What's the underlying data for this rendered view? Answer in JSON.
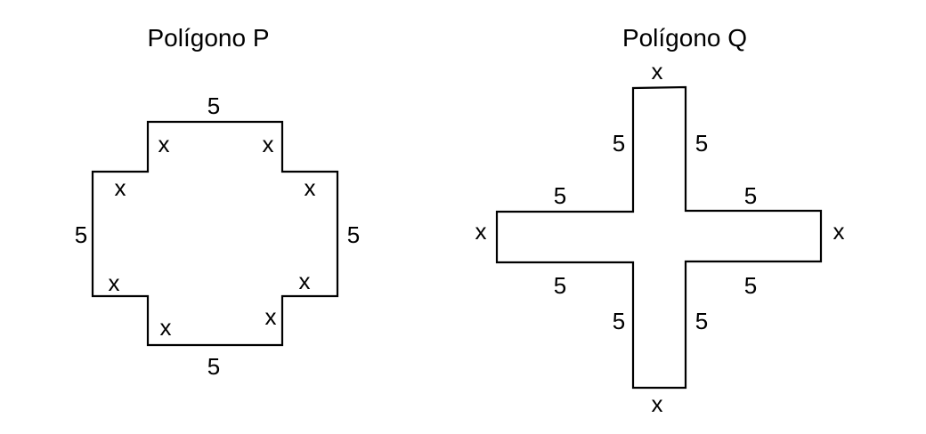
{
  "polygon_p": {
    "title": "Polígono P",
    "labels": {
      "top": "5",
      "bottom": "5",
      "left": "5",
      "right": "5",
      "notch_top_left_vertical": "x",
      "notch_top_left_horizontal": "x",
      "notch_top_right_vertical": "x",
      "notch_top_right_horizontal": "x",
      "notch_bottom_left_horizontal": "x",
      "notch_bottom_left_vertical": "x",
      "notch_bottom_right_horizontal": "x",
      "notch_bottom_right_vertical": "x"
    }
  },
  "polygon_q": {
    "title": "Polígono Q",
    "labels": {
      "top_end": "x",
      "bottom_end": "x",
      "left_end": "x",
      "right_end": "x",
      "top_arm_left": "5",
      "top_arm_right": "5",
      "bottom_arm_left": "5",
      "bottom_arm_right": "5",
      "left_arm_top": "5",
      "left_arm_bottom": "5",
      "right_arm_top": "5",
      "right_arm_bottom": "5"
    }
  }
}
